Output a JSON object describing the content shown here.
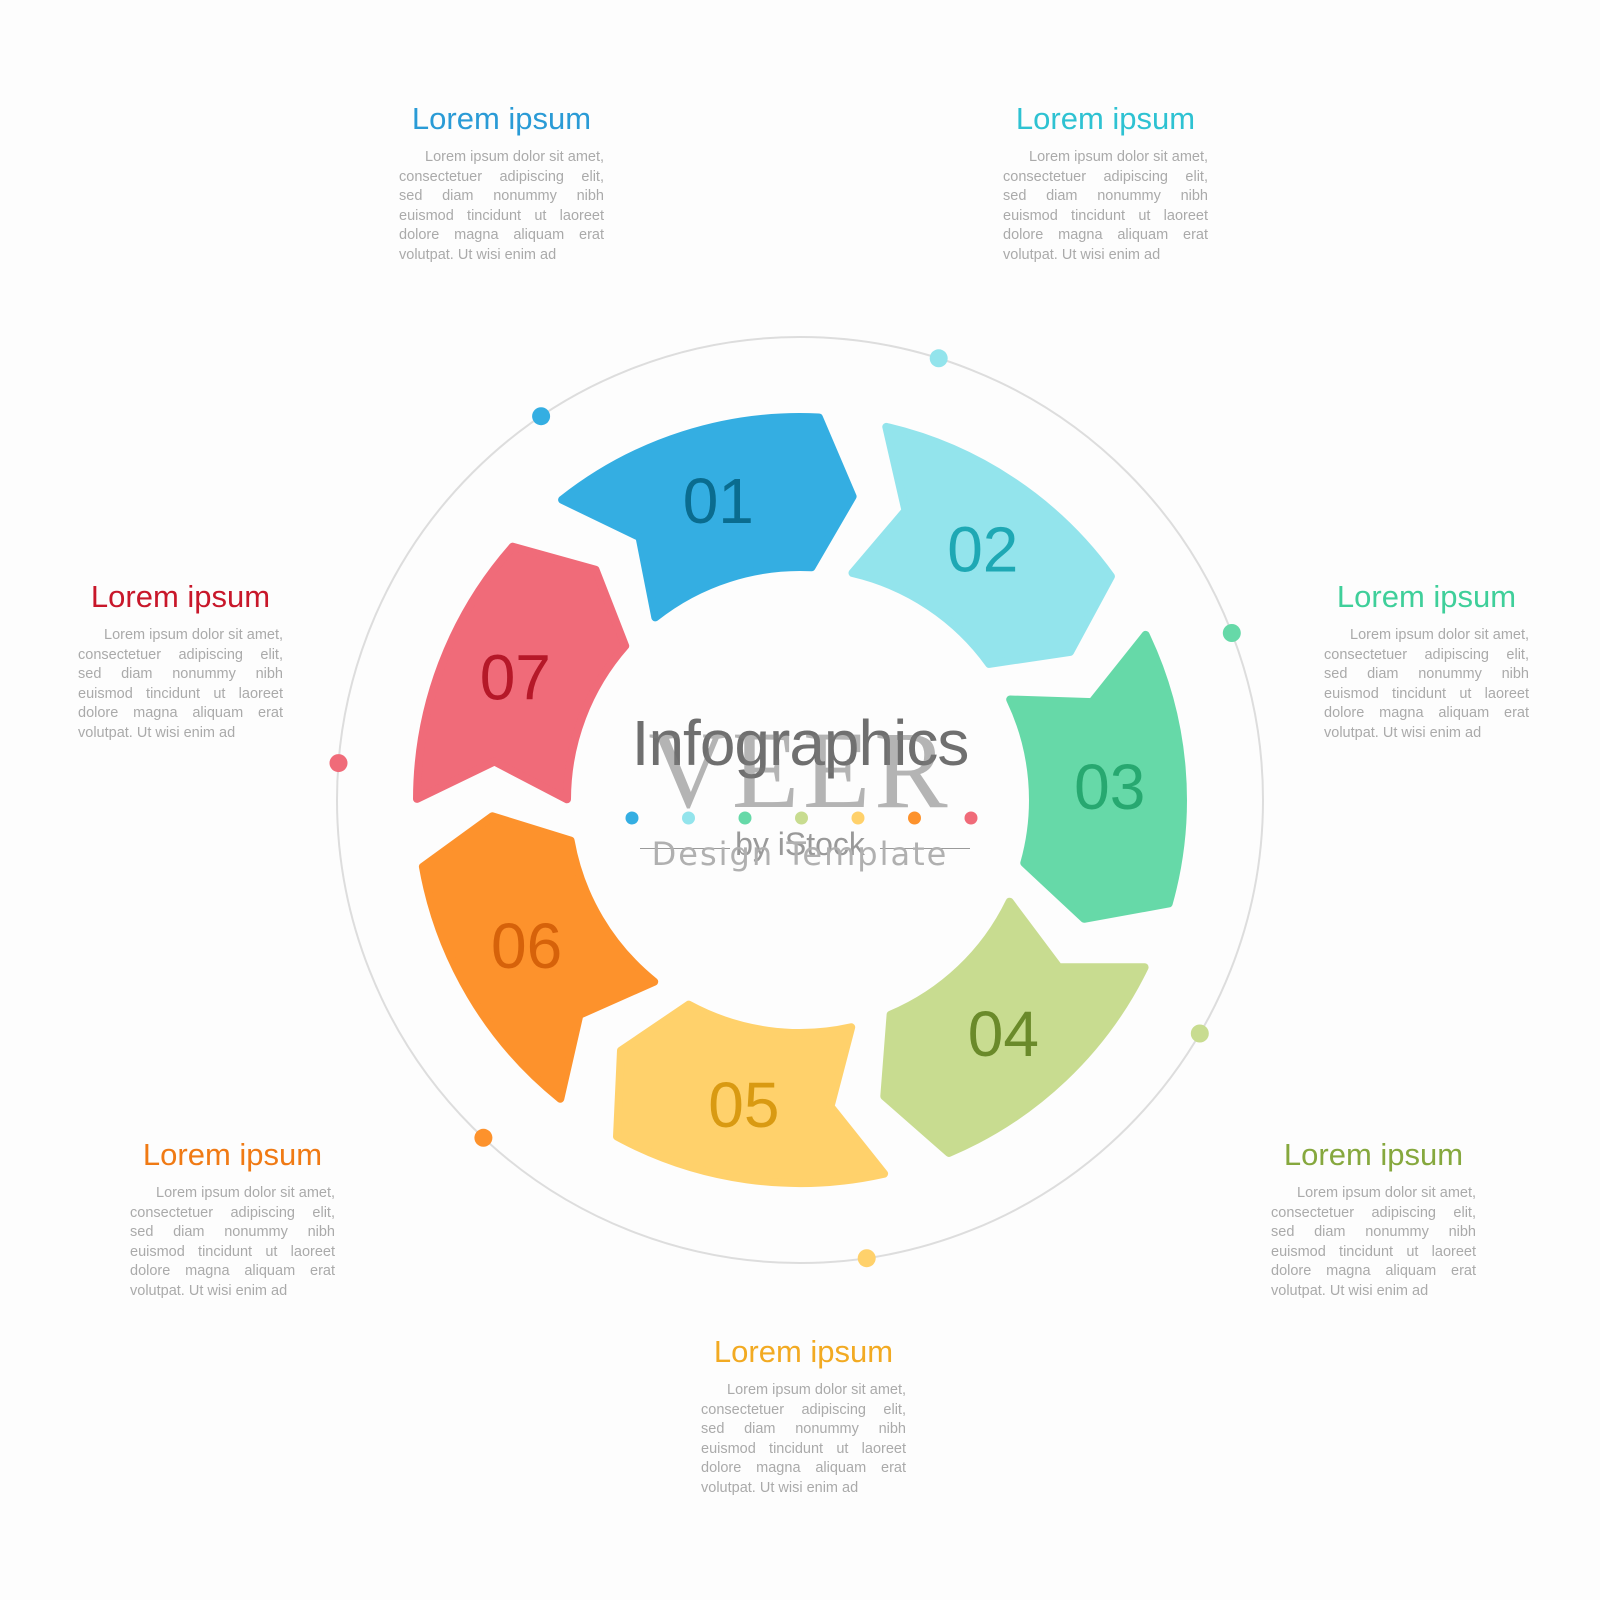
{
  "center": {
    "title": "Infographics",
    "subtitle": "Design Template",
    "dot_colors": [
      "#34aee2",
      "#93e4ec",
      "#66d9a8",
      "#c8dc90",
      "#ffd16b",
      "#fd922c",
      "#f06b79"
    ]
  },
  "watermark": {
    "brand": "VEER",
    "tagline": "by iStock"
  },
  "ring_color": "#dddddd",
  "segments": [
    {
      "number": "01",
      "fill": "#34aee2",
      "number_color": "#0a6c8f"
    },
    {
      "number": "02",
      "fill": "#93e4ec",
      "number_color": "#1ea8b4"
    },
    {
      "number": "03",
      "fill": "#66d9a8",
      "number_color": "#27a870"
    },
    {
      "number": "04",
      "fill": "#c8dc90",
      "number_color": "#6a8a2a"
    },
    {
      "number": "05",
      "fill": "#ffd16b",
      "number_color": "#d99a12"
    },
    {
      "number": "06",
      "fill": "#fd922c",
      "number_color": "#d6620a"
    },
    {
      "number": "07",
      "fill": "#f06b79",
      "number_color": "#b51828"
    }
  ],
  "steps": [
    {
      "title": "Lorem ipsum",
      "title_color": "#2a9bd6",
      "dot_color": "#34aee2",
      "desc_first": "Lorem ipsum dolor sit",
      "desc_rest": "amet, consectetuer adipiscing elit, sed diam nonummy nibh euismod tincidunt ut laoreet dolore magna aliquam erat volutpat. Ut wisi enim ad"
    },
    {
      "title": "Lorem ipsum",
      "title_color": "#2ec2d2",
      "dot_color": "#93e4ec",
      "desc_first": "Lorem ipsum dolor sit",
      "desc_rest": "amet, consectetuer adipiscing elit, sed diam nonummy nibh euismod tincidunt ut laoreet dolore magna aliquam erat volutpat. Ut wisi enim ad"
    },
    {
      "title": "Lorem ipsum",
      "title_color": "#3fcf9a",
      "dot_color": "#66d9a8",
      "desc_first": "Lorem ipsum dolor sit",
      "desc_rest": "amet, consectetuer adipiscing elit, sed diam nonummy nibh euismod tincidunt ut laoreet dolore magna aliquam erat volutpat. Ut wisi enim ad"
    },
    {
      "title": "Lorem ipsum",
      "title_color": "#86a83e",
      "dot_color": "#c8dc90",
      "desc_first": "Lorem ipsum dolor sit",
      "desc_rest": "amet, consectetuer adipiscing elit, sed diam nonummy nibh euismod tincidunt ut laoreet dolore magna aliquam erat volutpat. Ut wisi enim ad"
    },
    {
      "title": "Lorem ipsum",
      "title_color": "#f2aa22",
      "dot_color": "#ffd16b",
      "desc_first": "Lorem ipsum dolor sit",
      "desc_rest": "amet, consectetuer adipiscing elit, sed diam nonummy nibh euismod tincidunt ut laoreet dolore magna aliquam erat volutpat. Ut wisi enim ad"
    },
    {
      "title": "Lorem ipsum",
      "title_color": "#f07a14",
      "dot_color": "#fd922c",
      "desc_first": "Lorem ipsum dolor sit",
      "desc_rest": "amet, consectetuer adipiscing elit, sed diam nonummy nibh euismod tincidunt ut laoreet dolore magna aliquam erat volutpat. Ut wisi enim ad"
    },
    {
      "title": "Lorem ipsum",
      "title_color": "#c8172a",
      "dot_color": "#f06b79",
      "desc_first": "Lorem ipsum dolor sit",
      "desc_rest": "amet, consectetuer adipiscing elit, sed diam nonummy nibh euismod tincidunt ut laoreet dolore magna aliquam erat volutpat. Ut wisi enim ad"
    }
  ]
}
